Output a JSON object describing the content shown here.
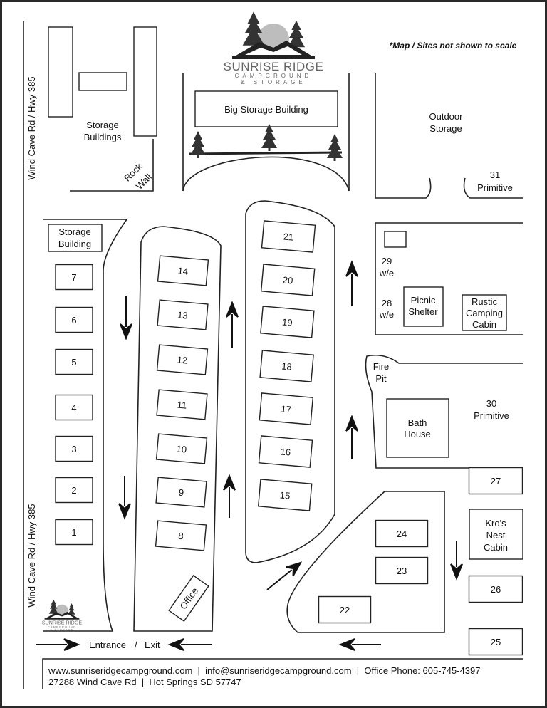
{
  "logo": {
    "name": "SUNRISE RIDGE",
    "line2": "CAMPGROUND",
    "line3": "& STORAGE"
  },
  "note": "*Map / Sites not shown to scale",
  "road_label": "Wind Cave Rd / Hwy 385",
  "labels": {
    "storage_buildings": [
      "Storage",
      "Buildings"
    ],
    "rock_wall": [
      "Rock",
      "Wall"
    ],
    "big_storage": "Big Storage Building",
    "outdoor_storage": [
      "Outdoor",
      "Storage"
    ],
    "site31": [
      "31",
      "Primitive"
    ],
    "storage_building": [
      "Storage",
      "Building"
    ],
    "site29": [
      "29",
      "w/e"
    ],
    "site28": [
      "28",
      "w/e"
    ],
    "picnic": [
      "Picnic",
      "Shelter"
    ],
    "rustic": [
      "Rustic",
      "Camping",
      "Cabin"
    ],
    "fire_pit": [
      "Fire",
      "Pit"
    ],
    "bath": [
      "Bath",
      "House"
    ],
    "site30": [
      "30",
      "Primitive"
    ],
    "kros": [
      "Kro's",
      "Nest",
      "Cabin"
    ],
    "office": "Office",
    "entrance": "Entrance",
    "slash": "/",
    "exit": "Exit"
  },
  "sites": {
    "left_row": [
      "7",
      "6",
      "5",
      "4",
      "3",
      "2",
      "1"
    ],
    "island1": [
      "14",
      "13",
      "12",
      "11",
      "10",
      "9",
      "8"
    ],
    "island2": [
      "21",
      "20",
      "19",
      "18",
      "17",
      "16",
      "15"
    ],
    "loop": [
      "24",
      "23",
      "22"
    ],
    "right_col": [
      "27",
      "26",
      "25"
    ]
  },
  "footer": {
    "line1": "www.sunriseridgecampground.com  |  info@sunriseridgecampground.com  |  Office Phone: 605-745-4397",
    "line2": "27288 Wind Cave Rd  |  Hot Springs SD 57747"
  },
  "colors": {
    "ink": "#222222",
    "logo_gray": "#6b6b6b",
    "sun": "#bdbdbd"
  }
}
